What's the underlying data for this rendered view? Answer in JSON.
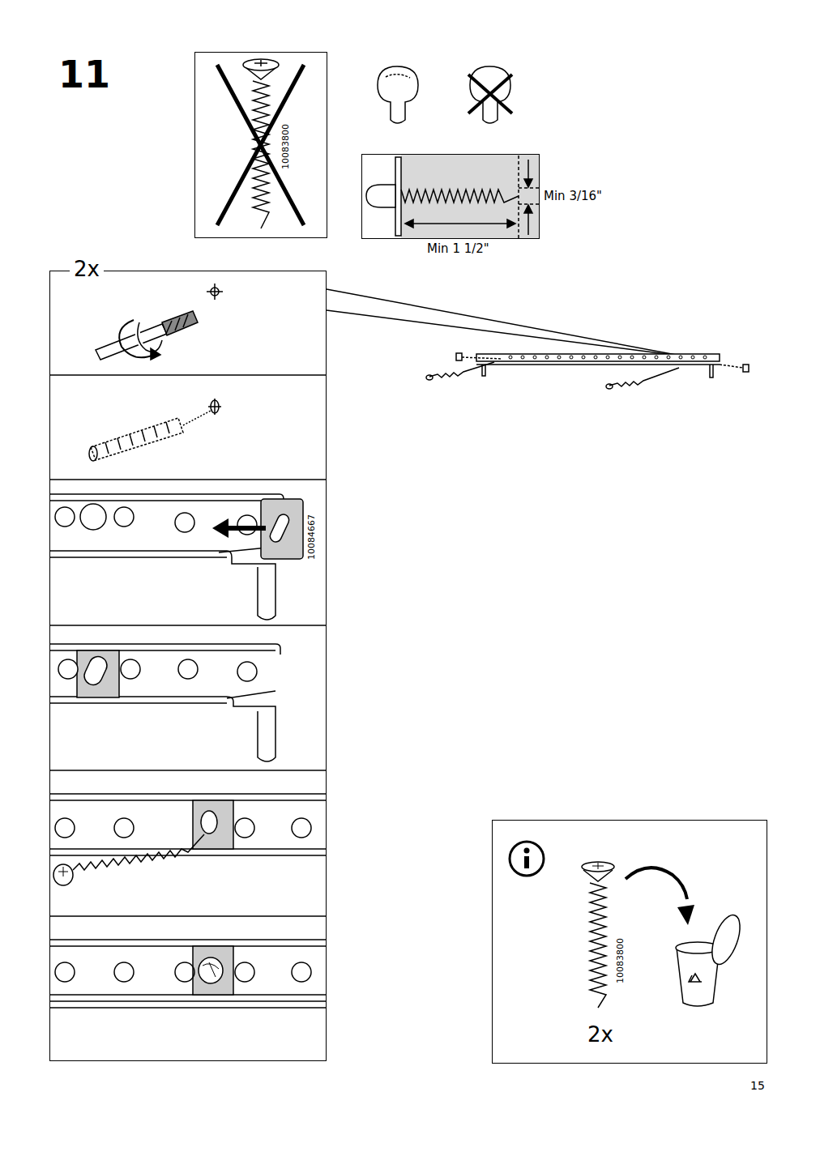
{
  "diagram": {
    "nodes": [
      {
        "text": [
          "10083800"
        ]
      },
      {
        "text": [
          "Min 3/16\"",
          "Min 1 1/2\""
        ]
      },
      {
        "text": [
          "2x"
        ]
      },
      {
        "text": [
          "10083800",
          "2x"
        ]
      }
    ],
    "labels": [
      "11",
      "10084667",
      "15"
    ]
  }
}
